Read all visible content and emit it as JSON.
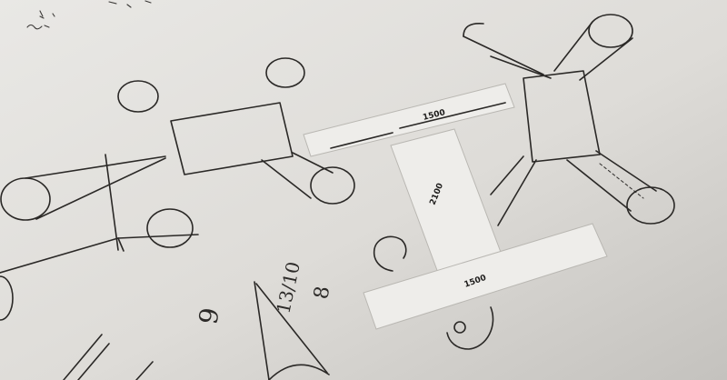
{
  "photo": {
    "subject": "",
    "paper_color": "#e6e5e2",
    "background_color": "#cfcdc9",
    "pencil_color": "#2a2826"
  },
  "paper_cutouts": {
    "top_strip_label": "1500",
    "vertical_strip_label": "2100",
    "bottom_strip_label": "1500"
  },
  "handwriting": {
    "note_top_left": "",
    "note_digits": "9",
    "note_fraction": "13/10",
    "note_eight": "8"
  }
}
